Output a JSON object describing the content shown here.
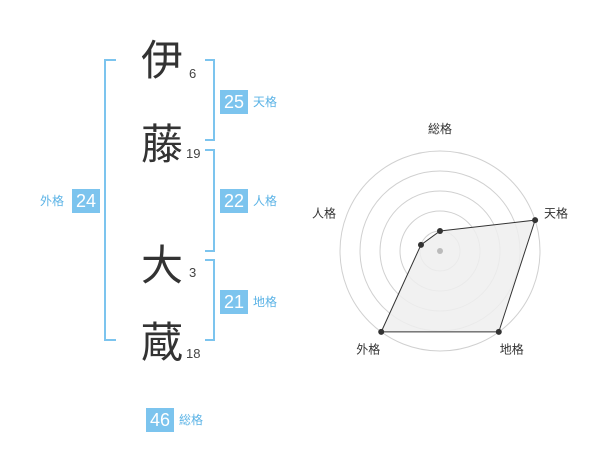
{
  "name": {
    "characters": [
      {
        "char": "伊",
        "strokes": "6"
      },
      {
        "char": "藤",
        "strokes": "19"
      },
      {
        "char": "大",
        "strokes": "3"
      },
      {
        "char": "蔵",
        "strokes": "18"
      }
    ]
  },
  "fortunes": {
    "tenkaku": {
      "value": "25",
      "label": "天格"
    },
    "jinkaku": {
      "value": "22",
      "label": "人格"
    },
    "chikaku": {
      "value": "21",
      "label": "地格"
    },
    "gaikaku": {
      "value": "24",
      "label": "外格"
    },
    "soukaku": {
      "value": "46",
      "label": "総格"
    }
  },
  "colors": {
    "accent": "#7cc4ee",
    "grid": "#d0d0d0",
    "fill": "#eeeeee",
    "line": "#333333"
  },
  "chart_data": {
    "type": "radar",
    "axes": [
      "総格",
      "天格",
      "地格",
      "外格",
      "人格"
    ],
    "values": [
      1,
      5,
      5,
      5,
      1
    ],
    "max": 5,
    "levels": 5
  }
}
